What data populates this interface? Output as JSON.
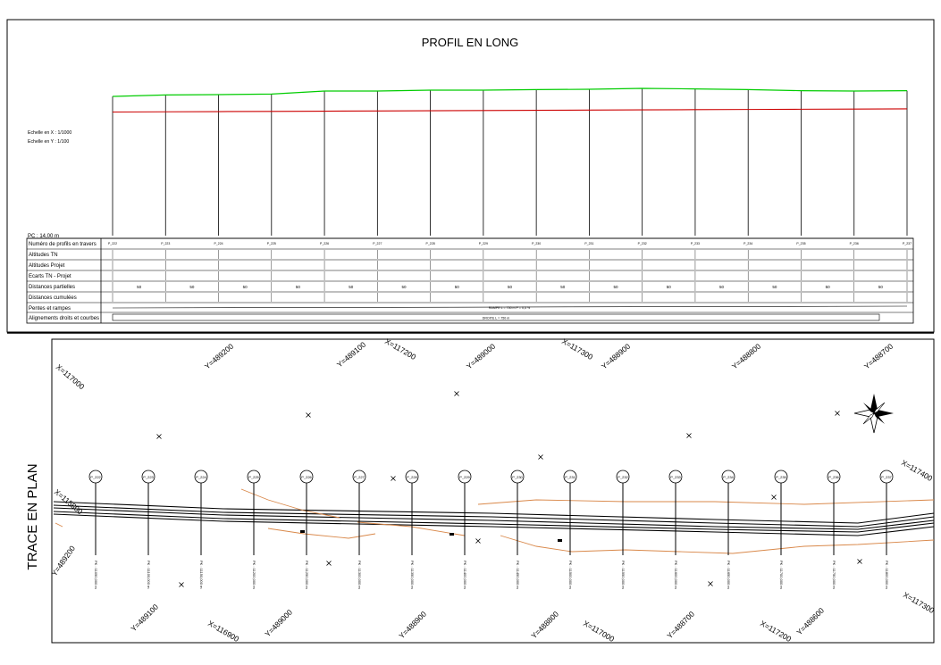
{
  "profile": {
    "title": "PROFIL EN LONG",
    "scale_x": "Echelle en X : 1/1000",
    "scale_y": "Echelle en Y : 1/100",
    "reference_plane": "PC : 14,00 m",
    "colors": {
      "terrain_line": "#00cc00",
      "project_line": "#cc0000",
      "frame": "#000000"
    },
    "row_labels": [
      "Numéro de profils en travers",
      "Altitudes TN",
      "Altitudes Projet",
      "Ecarts TN - Projet",
      "Distances partielles",
      "Distances cumulées",
      "Pentes et rampes",
      "Alignements droits et courbes"
    ],
    "stations": [
      "P_222",
      "P_223",
      "P_224",
      "P_225",
      "P_226",
      "P_227",
      "P_228",
      "P_229",
      "P_230",
      "P_231",
      "P_232",
      "P_233",
      "P_234",
      "P_235",
      "P_236",
      "P_237"
    ],
    "partial_distances": [
      "50",
      "50",
      "50",
      "50",
      "50",
      "50",
      "50",
      "50",
      "50",
      "50",
      "50",
      "50",
      "50",
      "50",
      "50"
    ],
    "tn_relative": [
      0.2,
      0.28,
      0.3,
      0.33,
      0.5,
      0.5,
      0.55,
      0.55,
      0.58,
      0.6,
      0.65,
      0.62,
      0.58,
      0.52,
      0.5,
      0.52
    ],
    "project_relative": [
      0,
      0.04,
      0.08,
      0.12,
      0.16,
      0.2,
      0.24,
      0.28,
      0.32,
      0.36,
      0.4,
      0.44,
      0.48,
      0.52,
      0.56,
      0.6
    ],
    "slope_text": "RAMPE L = 750 m  P = 0,5 %",
    "alignment_text": "DROITE L = 750 m"
  },
  "plan": {
    "title": "TRACE EN PLAN",
    "stations": [
      "P_222",
      "P_223",
      "P_224",
      "P_225",
      "P_226",
      "P_227",
      "P_228",
      "P_229",
      "P_230",
      "P_231",
      "P_232",
      "P_233",
      "P_234",
      "P_235",
      "P_236",
      "P_237"
    ],
    "station_pk": [
      "PK : 11050,000 m",
      "PK : 11100,000 m",
      "PK : 11150,000 m",
      "PK : 11200,000 m",
      "PK : 11250,000 m",
      "PK : 11300,000 m",
      "PK : 11350,000 m",
      "PK : 11400,000 m",
      "PK : 11450,000 m",
      "PK : 11500,000 m",
      "PK : 11550,000 m",
      "PK : 11600,000 m",
      "PK : 11650,000 m",
      "PK : 11700,000 m",
      "PK : 11750,000 m",
      "PK : 11800,000 m"
    ],
    "grid_labels": [
      "X=117000",
      "Y=489200",
      "Y=489100",
      "X=117200",
      "Y=489000",
      "X=117300",
      "Y=488900",
      "Y=488800",
      "Y=488700",
      "X=115800",
      "Y=489200",
      "X=117400",
      "Y=489100",
      "X=116900",
      "Y=489000",
      "Y=488900",
      "Y=488800",
      "X=117000",
      "Y=488700",
      "X=117200",
      "Y=488600",
      "X=117300"
    ],
    "colors": {
      "road": "#000000",
      "contour": "#d9884a"
    }
  }
}
